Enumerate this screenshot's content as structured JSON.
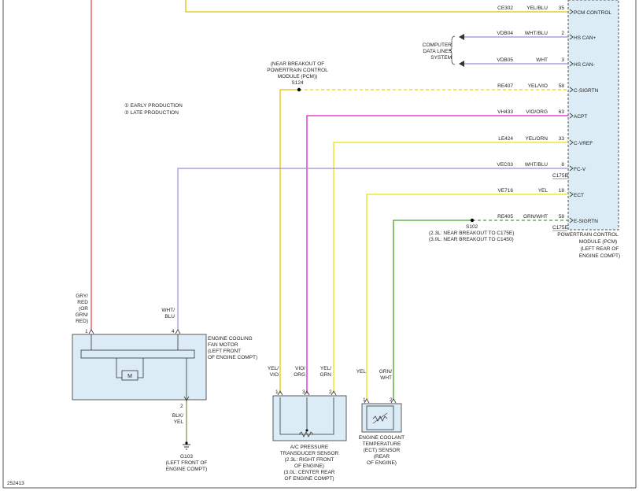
{
  "diagram_id": "252413",
  "pcm": {
    "name_lines": [
      "POWERTRAIN CONTROL",
      "MODULE (PCM)",
      "(LEFT REAR OF",
      "ENGINE COMPT)"
    ],
    "connector_b": "C175B",
    "connector_e": "C175E"
  },
  "circuits": [
    {
      "circuit": "CE302",
      "color_code": "YEL/BLU",
      "pin": "35",
      "terminal": "PCM CONTROL",
      "color": "#d8c400"
    },
    {
      "circuit": "VDB04",
      "color_code": "WHT/BLU",
      "pin": "2",
      "terminal": "HS CAN+",
      "color": "#9b8fd9"
    },
    {
      "circuit": "VDB05",
      "color_code": "WHT",
      "pin": "3",
      "terminal": "HS CAN-",
      "color": "#9b8fd9"
    },
    {
      "circuit": "RE407",
      "color_code": "YEL/VIO",
      "pin": "58",
      "terminal": "C-SIGRTN",
      "color": "#e8d800"
    },
    {
      "circuit": "VH433",
      "color_code": "VIO/ORG",
      "pin": "63",
      "terminal": "ACPT",
      "color": "#e020c8"
    },
    {
      "circuit": "LE424",
      "color_code": "YEL/ORN",
      "pin": "33",
      "terminal": "C-VREF",
      "color": "#e6e600"
    },
    {
      "circuit": "VEC03",
      "color_code": "WHT/BLU",
      "pin": "8",
      "terminal": "FC-V",
      "color": "#9b8fd9"
    },
    {
      "circuit": "VE716",
      "color_code": "YEL",
      "pin": "18",
      "terminal": "ECT",
      "color": "#e6e600"
    },
    {
      "circuit": "RE405",
      "color_code": "GRN/WHT",
      "pin": "58",
      "terminal": "E-SIGRTN",
      "color": "#4aa02a"
    }
  ],
  "data_lines": [
    "COMPUTER",
    "DATA LINES",
    "SYSTEM"
  ],
  "legend": [
    "① EARLY PRODUCTION",
    "② LATE PRODUCTION"
  ],
  "splice_s124": {
    "note": [
      "(NEAR BREAKOUT OF",
      "POWERTRAIN CONTROL",
      "MODULE (PCM))"
    ],
    "id": "S124"
  },
  "splice_s102": {
    "id": "S102",
    "notes": [
      "(2.3L: NEAR BREAKOUT TO C175E)",
      "(3.0L: NEAR BREAKOUT TO C1450)"
    ]
  },
  "fan_motor": {
    "name_lines": [
      "ENGINE COOLING",
      "FAN MOTOR",
      "(LEFT FRONT",
      "OF ENGINE COMPT)"
    ],
    "pin1_label": [
      "GRY/",
      "RED",
      "(OR",
      "GRN/",
      "RED)"
    ],
    "pin1": "1",
    "pin4_label": [
      "WHT/",
      "BLU"
    ],
    "pin4": "4",
    "pin2": "2",
    "pin2_label": [
      "BLK/",
      "YEL"
    ],
    "motor_symbol": "M"
  },
  "ground": {
    "id": "G103",
    "location": [
      "(LEFT FRONT OF",
      "ENGINE COMPT)"
    ]
  },
  "ac_sensor": {
    "name_lines": [
      "A/C PRESSURE",
      "TRANSDUCER SENSOR",
      "(2.3L: RIGHT FRONT",
      "OF ENGINE)",
      "(3.0L: CENTER REAR",
      "OF ENGINE COMPT)"
    ],
    "pins": [
      {
        "pin": "1",
        "label": [
          "YEL/",
          "VIO"
        ]
      },
      {
        "pin": "3",
        "label": [
          "VIO/",
          "ORG"
        ]
      },
      {
        "pin": "2",
        "label": [
          "YEL/",
          "GRN"
        ]
      }
    ]
  },
  "ect_sensor": {
    "name_lines": [
      "ENGINE COOLANT",
      "TEMPERATURE",
      "(ECT) SENSOR",
      "(REAR",
      "OF ENGINE)"
    ],
    "pins": [
      {
        "pin": "1",
        "label": [
          "YEL"
        ]
      },
      {
        "pin": "2",
        "label": [
          "GRN/",
          "WHT"
        ]
      }
    ]
  },
  "colors": {
    "component_fill": "#dcecf6",
    "component_stroke": "#333333",
    "frame": "#555555"
  }
}
